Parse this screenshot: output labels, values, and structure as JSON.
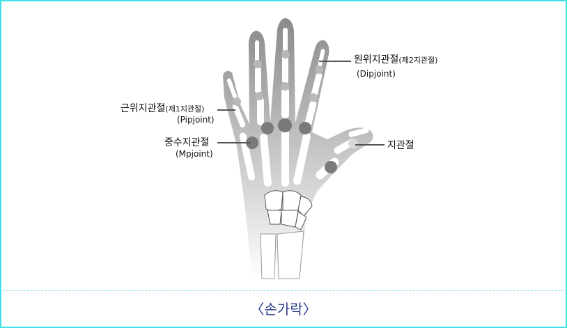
{
  "labels": {
    "dip": {
      "main": "원위지관절",
      "sub": "(제2지관절)",
      "en": "(Dipjoint)"
    },
    "pip": {
      "main": "근위지관절",
      "sub": "(제1지관절)",
      "en": "(Pipjoint)"
    },
    "mp": {
      "main": "중수지관절",
      "en": "(Mpjoint)"
    },
    "thumb": {
      "main": "지관절"
    }
  },
  "caption": "〈손가락〉",
  "colors": {
    "frame": "#3fe0e8",
    "hand": "#8a8a8a",
    "bone": "#ffffff",
    "joint": "#b8b8b8",
    "caption": "#2a3a8a"
  }
}
